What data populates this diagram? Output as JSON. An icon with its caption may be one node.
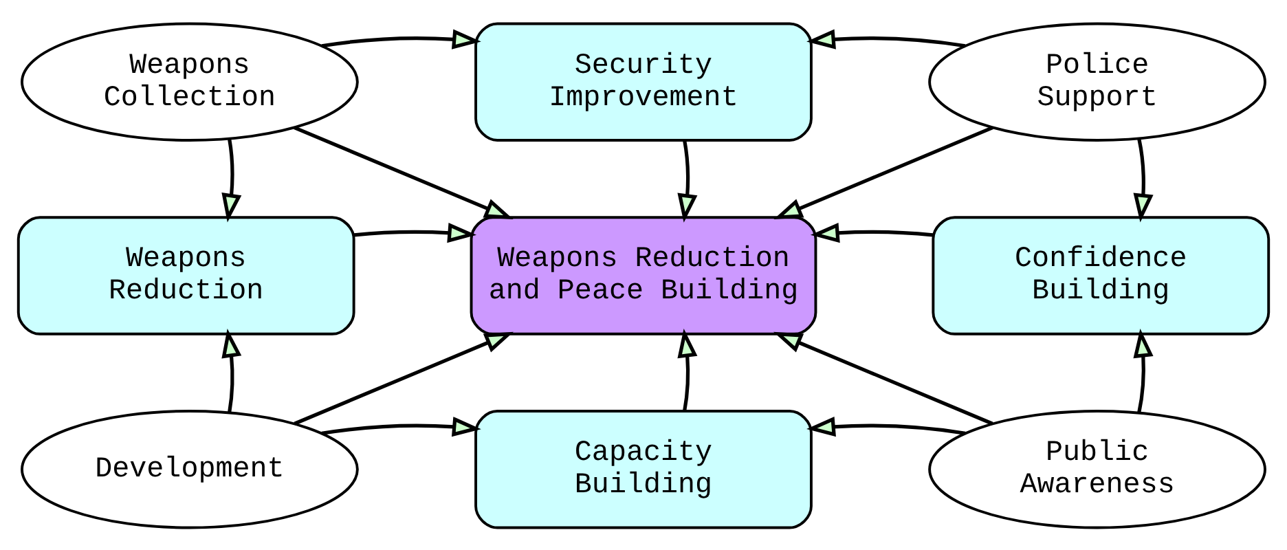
{
  "diagram": {
    "nodes": [
      {
        "text": [
          "Weapons Collection"
        ]
      },
      {
        "text": [
          "Security Improvement"
        ]
      },
      {
        "text": [
          "Police Support"
        ]
      },
      {
        "text": [
          "Weapons Reduction"
        ]
      },
      {
        "text": [
          "Weapons Reduction and Peace Building"
        ]
      },
      {
        "text": [
          "Confidence Building"
        ]
      },
      {
        "text": [
          "Development"
        ]
      },
      {
        "text": [
          "Capacity Building"
        ]
      },
      {
        "text": [
          "Public Awareness"
        ]
      }
    ],
    "edges": [
      {
        "from": 0,
        "to": 1,
        "arrow": "to"
      },
      {
        "from": 2,
        "to": 1,
        "arrow": "to"
      },
      {
        "from": 0,
        "to": 3,
        "arrow": "to"
      },
      {
        "from": 0,
        "to": 4,
        "arrow": "to"
      },
      {
        "from": 1,
        "to": 4,
        "arrow": "to"
      },
      {
        "from": 2,
        "to": 4,
        "arrow": "to"
      },
      {
        "from": 2,
        "to": 5,
        "arrow": "to"
      },
      {
        "from": 3,
        "to": 4,
        "arrow": "to"
      },
      {
        "from": 5,
        "to": 4,
        "arrow": "to"
      },
      {
        "from": 6,
        "to": 3,
        "arrow": "to"
      },
      {
        "from": 6,
        "to": 4,
        "arrow": "to"
      },
      {
        "from": 6,
        "to": 7,
        "arrow": "to"
      },
      {
        "from": 7,
        "to": 4,
        "arrow": "to"
      },
      {
        "from": 8,
        "to": 4,
        "arrow": "to"
      },
      {
        "from": 8,
        "to": 7,
        "arrow": "to"
      },
      {
        "from": 8,
        "to": 5,
        "arrow": "to"
      }
    ]
  }
}
